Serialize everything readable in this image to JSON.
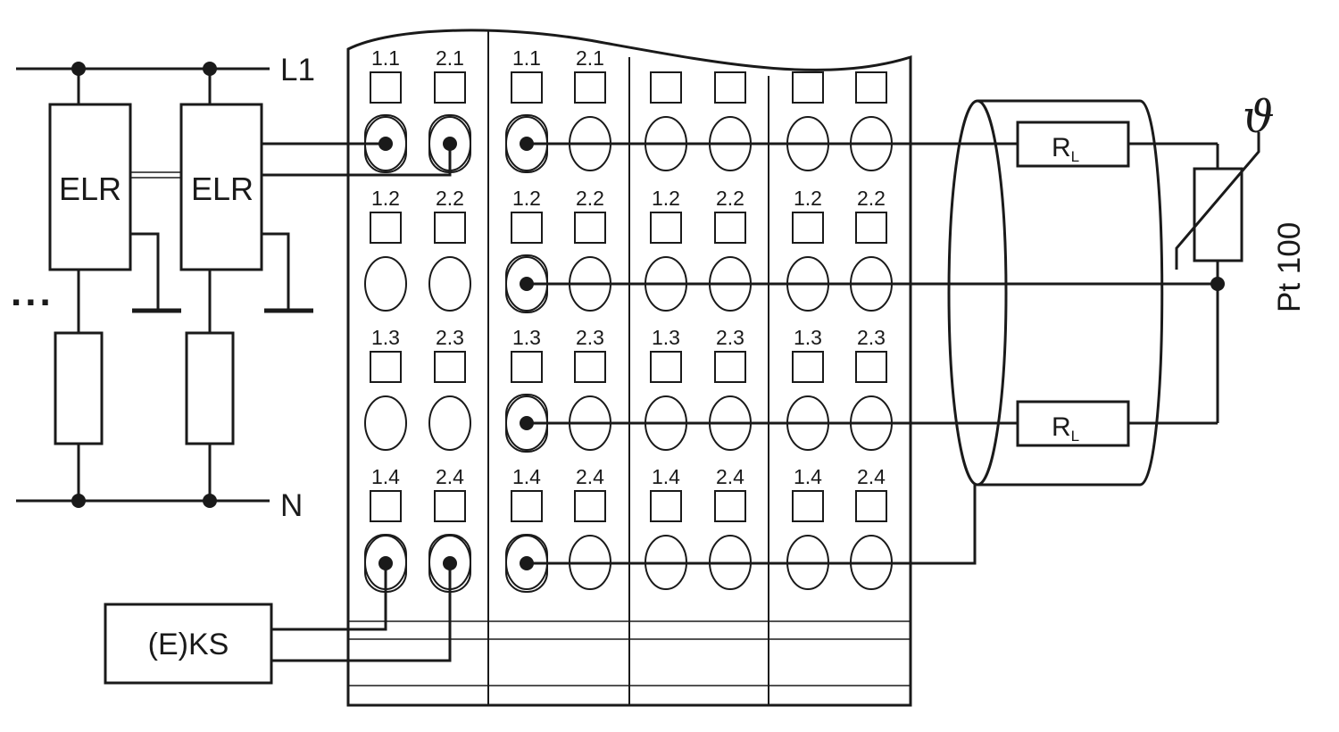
{
  "labels": {
    "line_top": "L1",
    "line_bottom": "N",
    "relay": "ELR",
    "dots": "...",
    "device": "(E)KS",
    "line_resistor": "R",
    "line_resistor_sub": "L",
    "sensor_symbol": "ϑ",
    "sensor": "Pt 100"
  },
  "modules": [
    {
      "rows": [
        [
          "1.1",
          "2.1"
        ],
        [
          "1.2",
          "2.2"
        ],
        [
          "1.3",
          "2.3"
        ],
        [
          "1.4",
          "2.4"
        ]
      ]
    },
    {
      "rows": [
        [
          "1.1",
          "2.1"
        ],
        [
          "1.2",
          "2.2"
        ],
        [
          "1.3",
          "2.3"
        ],
        [
          "1.4",
          "2.4"
        ]
      ]
    },
    {
      "rows": [
        [
          "1.2",
          "2.2"
        ],
        [
          "1.3",
          "2.3"
        ],
        [
          "1.4",
          "2.4"
        ]
      ]
    },
    {
      "rows": [
        [
          "1.2",
          "2.2"
        ],
        [
          "1.3",
          "2.3"
        ],
        [
          "1.4",
          "2.4"
        ]
      ]
    }
  ],
  "colors": {
    "ink": "#1a1a1a",
    "background": "#ffffff"
  }
}
